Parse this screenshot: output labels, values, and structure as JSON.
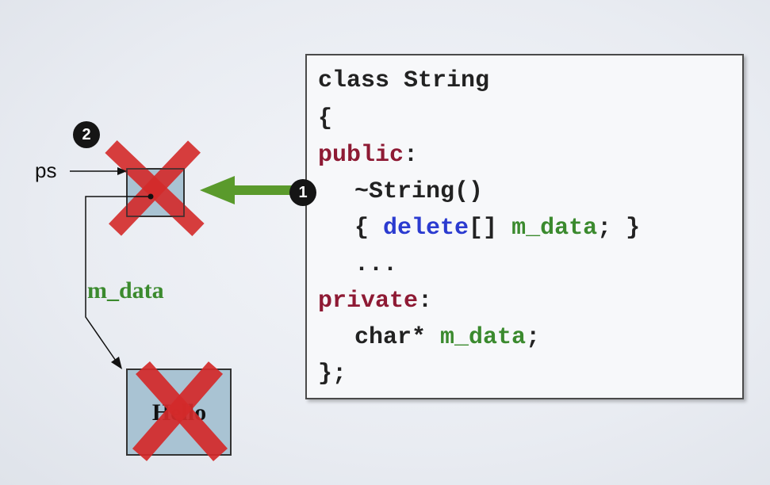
{
  "code": {
    "line1": "class String",
    "line2": "{",
    "line3_kw": "public",
    "line3_rest": ":",
    "line4": "~String()",
    "line5_open": "{ ",
    "line5_kw": "delete",
    "line5_mid": "[] ",
    "line5_ident": "m_data",
    "line5_close": "; }",
    "line6": "...",
    "line7_kw": "private",
    "line7_rest": ":",
    "line8_type": "char* ",
    "line8_ident": "m_data",
    "line8_end": ";",
    "line9": "};"
  },
  "labels": {
    "ps": "ps",
    "m_data": "m_data",
    "hello": "Hello"
  },
  "badges": {
    "step1": "1",
    "step2": "2"
  },
  "colors": {
    "access_keyword": "#8e1a34",
    "delete_keyword": "#2b3bd0",
    "identifier": "#3b8a2e",
    "cross": "#d42a2a",
    "arrow": "#5a9a2c",
    "box_fill": "#a9c3d3"
  }
}
